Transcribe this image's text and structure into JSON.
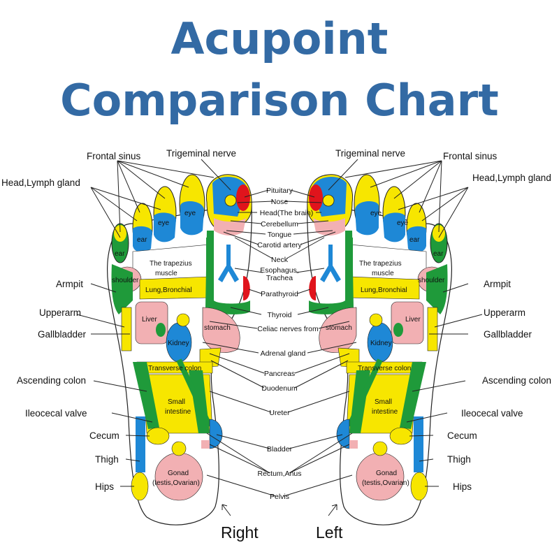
{
  "title": {
    "line1": "Acupoint",
    "line2": "Comparison Chart"
  },
  "colors": {
    "title": "#336aa4",
    "yellow": "#f7e600",
    "blue": "#1e88d6",
    "green": "#1f9a3a",
    "pink": "#f2b0b3",
    "red": "#e0141c"
  },
  "labels": {
    "trigeminal": "Trigeminal nerve",
    "frontal": "Frontal sinus",
    "head_lymph": "Head,Lymph gland",
    "armpit": "Armpit",
    "upperarm": "Upperarm",
    "gallbladder": "Gallbladder",
    "ascending": "Ascending colon",
    "ileocecal": "Ileocecal valve",
    "cecum": "Cecum",
    "thigh": "Thigh",
    "hips": "Hips",
    "right": "Right",
    "left": "Left"
  },
  "center_labels": {
    "pituitary": "Pituitary",
    "nose": "Nose",
    "head_brain": "Head(The brain)",
    "cerebellum": "Cerebellum",
    "tongue": "Tongue",
    "carotid": "Carotid artery",
    "neck": "Neck",
    "esophagus1": "Esophagus,",
    "esophagus2": "Trachea",
    "parathyroid": "Parathyroid",
    "thyroid": "Thyroid",
    "celiac": "Celiac nerves from",
    "adrenal": "Adrenal gland",
    "pancreas": "Pancreas",
    "duodenum": "Duodenum",
    "ureter": "Ureter",
    "bladder": "Bladder",
    "rectum": "Rectum,Anus",
    "pelvis": "Pelvis"
  },
  "zones": {
    "eye": "eye",
    "ear": "ear",
    "trapezius1": "The trapezius",
    "trapezius2": "muscle",
    "shoulder": "shoulder",
    "lung": "Lung,Bronchial",
    "liver": "Liver",
    "stomach": "stomach",
    "kidney": "Kidney",
    "transverse": "Transverse colon",
    "small1": "Small",
    "small2": "intestine",
    "gonad1": "Gonad",
    "gonad2": "(testis,Ovarian)"
  }
}
